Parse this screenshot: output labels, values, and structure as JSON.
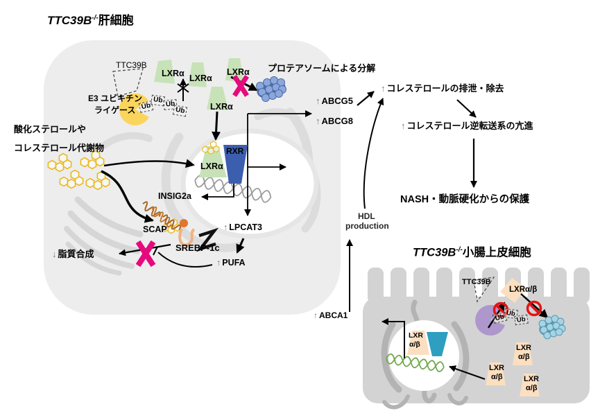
{
  "hepatocyte": {
    "title": {
      "gene": "TTC39B",
      "sup": "-/-",
      "cell": "肝細胞"
    },
    "ttc39b_label": "TTC39B",
    "e3_ligase_line1": "E3 ユビキチン",
    "e3_ligase_line2": "ライゲース",
    "ub": "Ub",
    "lxra": "LXRα",
    "rxr": "RXR",
    "proteasome_caption": "プロテアソームによる分解",
    "abcg5": {
      "arrow": "↑",
      "text": "ABCG5"
    },
    "abcg8": {
      "arrow": "↑",
      "text": "ABCG8"
    },
    "oxysterols_line1": "酸化ステロールや",
    "oxysterols_line2": "コレステロール代謝物",
    "insig2a": "INSIG2a",
    "scap": "SCAP",
    "srebp1c": "SREBP-1c",
    "lpcat3": {
      "arrow": "↑",
      "text": "LPCAT3"
    },
    "pufa": {
      "arrow": "↑",
      "text": "PUFA"
    },
    "lipid_synthesis": {
      "arrow": "↓",
      "text": "脂質合成"
    }
  },
  "pathway": {
    "hdl_line1": "HDL",
    "hdl_line2": "production",
    "cholesterol_excretion": {
      "arrow": "↑",
      "text": "コレステロールの排泄・除去"
    },
    "reverse_transport": {
      "arrow": "↑",
      "text": "コレステロール逆転送系の亢進"
    },
    "protection": "NASH・動脈硬化からの保護"
  },
  "enterocyte": {
    "title": {
      "gene": "TTC39B",
      "sup": "-/-",
      "cell": "小腸上皮細胞"
    },
    "ttc39b_label": "TTC39B",
    "lxrab": "LXRα/β",
    "ub": "Ub",
    "abca1": {
      "arrow": "↑",
      "text": "ABCA1"
    },
    "lxr_line1": "LXR",
    "lxr_line2": "α/β"
  },
  "colors": {
    "lxr_green": "#c8e2b8",
    "rxr_blue": "#3c5eae",
    "rxr_teal": "#2e9fc0",
    "peach": "#fcdfc0",
    "ligase_yellow": "#fbd45c",
    "ligase_purple": "#ae97cc",
    "x_pink": "#e60a7e",
    "prohibition_red": "#e51313",
    "sterol_yellow": "#eab818",
    "dna_gray": "#9a9a9a",
    "dna_green": "#70a84e"
  }
}
